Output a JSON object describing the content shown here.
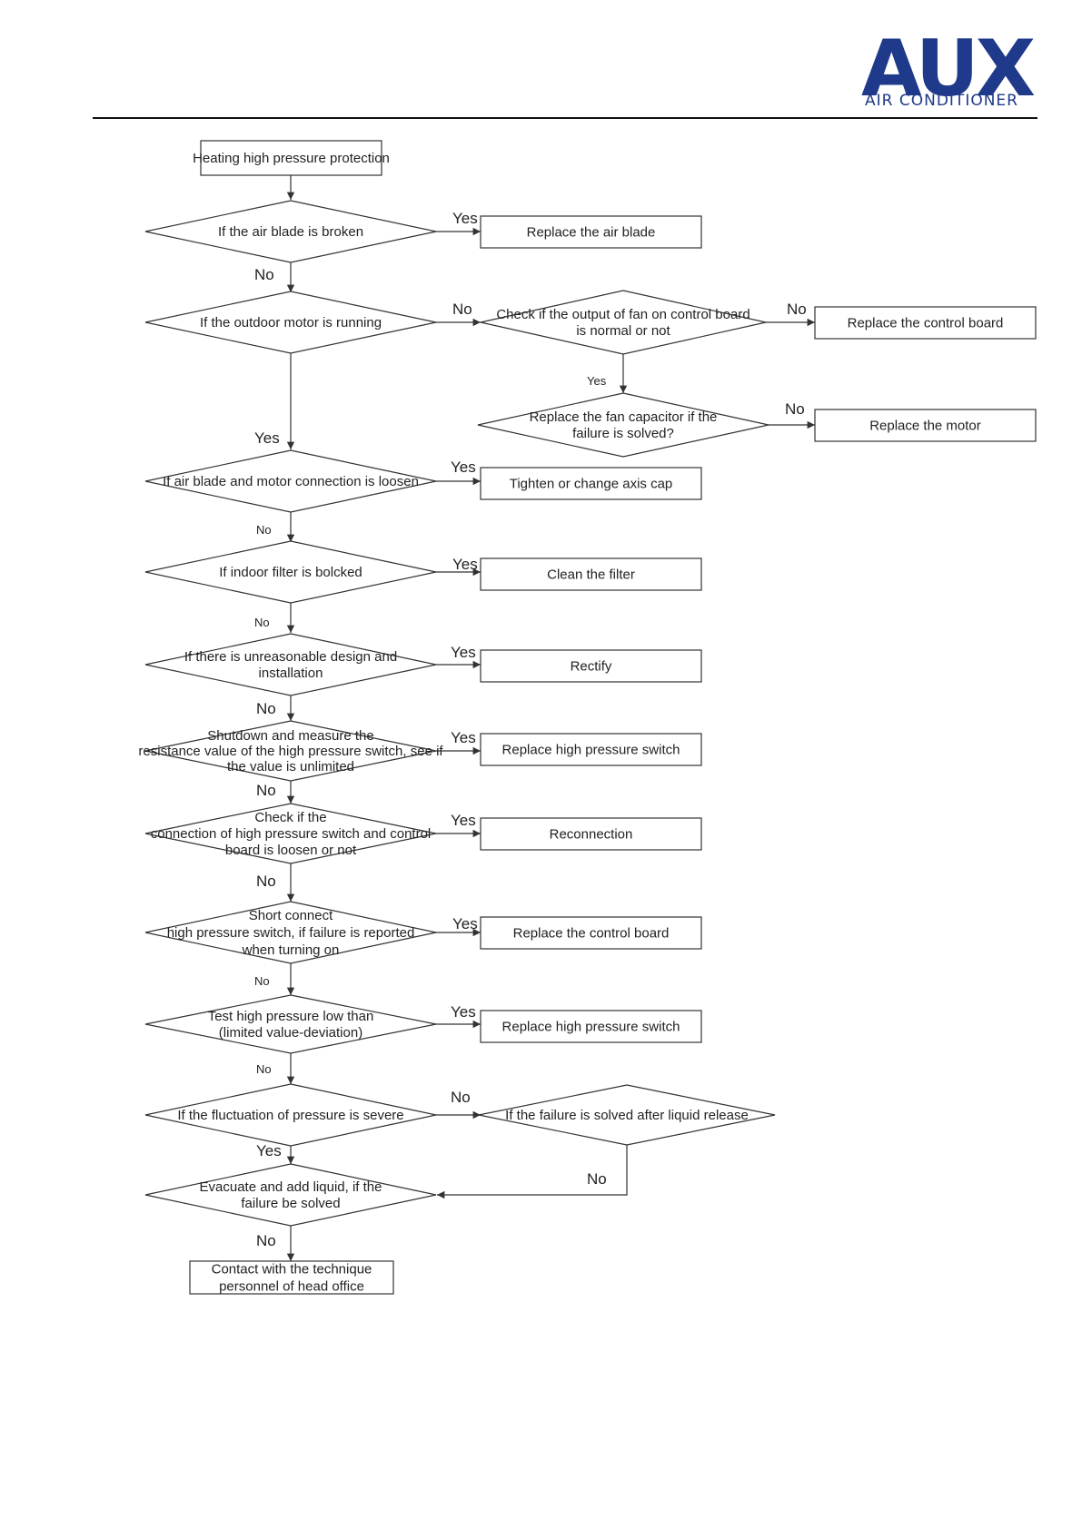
{
  "header": {
    "logo_word": "AUX",
    "logo_sub": "AIR CONDITIONER",
    "brand_color": "#1f3a8a"
  },
  "flowchart": {
    "nodes": {
      "start": [
        "Heating high pressure protection"
      ],
      "q_air_blade_broken": [
        "If the air blade is broken"
      ],
      "replace_air_blade": [
        "Replace the air blade"
      ],
      "q_outdoor_motor_running": [
        "If the outdoor motor is running"
      ],
      "q_fan_output_normal": [
        "Check if the output of fan on control board",
        "is normal or not"
      ],
      "replace_control_board_1": [
        "Replace the control board"
      ],
      "q_fan_capacitor": [
        "Replace the fan capacitor if the",
        "failure is solved?"
      ],
      "replace_motor": [
        "Replace the motor"
      ],
      "q_blade_motor_loosen": [
        "If air blade and motor connection is loosen"
      ],
      "tighten_axis_cap": [
        "Tighten or change axis cap"
      ],
      "q_indoor_filter": [
        "If indoor filter is bolcked"
      ],
      "clean_filter": [
        "Clean the filter"
      ],
      "q_unreasonable_design": [
        "If there is unreasonable design and",
        "installation"
      ],
      "rectify": [
        "Rectify"
      ],
      "q_resistance_value": [
        "Shutdown and measure the",
        "resistance value of the high pressure switch, see if",
        "the value is unlimited"
      ],
      "replace_hp_switch_1": [
        "Replace high pressure switch"
      ],
      "q_connection_loosen": [
        "Check if the",
        "connection of high pressure switch and control",
        "board is loosen or not"
      ],
      "reconnection": [
        "Reconnection"
      ],
      "q_short_connect": [
        "Short connect",
        "high pressure switch, if failure is reported",
        "when turning on"
      ],
      "replace_control_board_2": [
        "Replace the control board"
      ],
      "q_test_pressure": [
        "Test high pressure low than",
        "(limited value-deviation)"
      ],
      "replace_hp_switch_2": [
        "Replace high pressure switch"
      ],
      "q_pressure_fluctuation": [
        "If the fluctuation of pressure is severe"
      ],
      "q_liquid_release": [
        "If the failure is solved after liquid release"
      ],
      "q_evacuate_liquid": [
        "Evacuate and add liquid, if the",
        "failure be solved"
      ],
      "contact_head_office": [
        "Contact with the technique",
        "personnel of head office"
      ]
    },
    "edge_labels": {
      "air_blade_yes": "Yes",
      "air_blade_no": "No",
      "motor_running_no": "No",
      "fan_output_no": "No",
      "fan_output_yes": "Yes",
      "fan_capacitor_no": "No",
      "motor_running_yes": "Yes",
      "blade_motor_yes": "Yes",
      "blade_motor_no": "No",
      "filter_yes": "Yes",
      "filter_no": "No",
      "design_yes": "Yes",
      "design_no": "No",
      "resistance_yes": "Yes",
      "resistance_no": "No",
      "connection_yes": "Yes",
      "connection_no": "No",
      "short_connect_yes": "Yes",
      "short_connect_no": "No",
      "test_pressure_yes": "Yes",
      "test_pressure_no": "No",
      "fluctuation_no": "No",
      "fluctuation_yes": "Yes",
      "liquid_release_no": "No",
      "evacuate_no": "No"
    }
  }
}
